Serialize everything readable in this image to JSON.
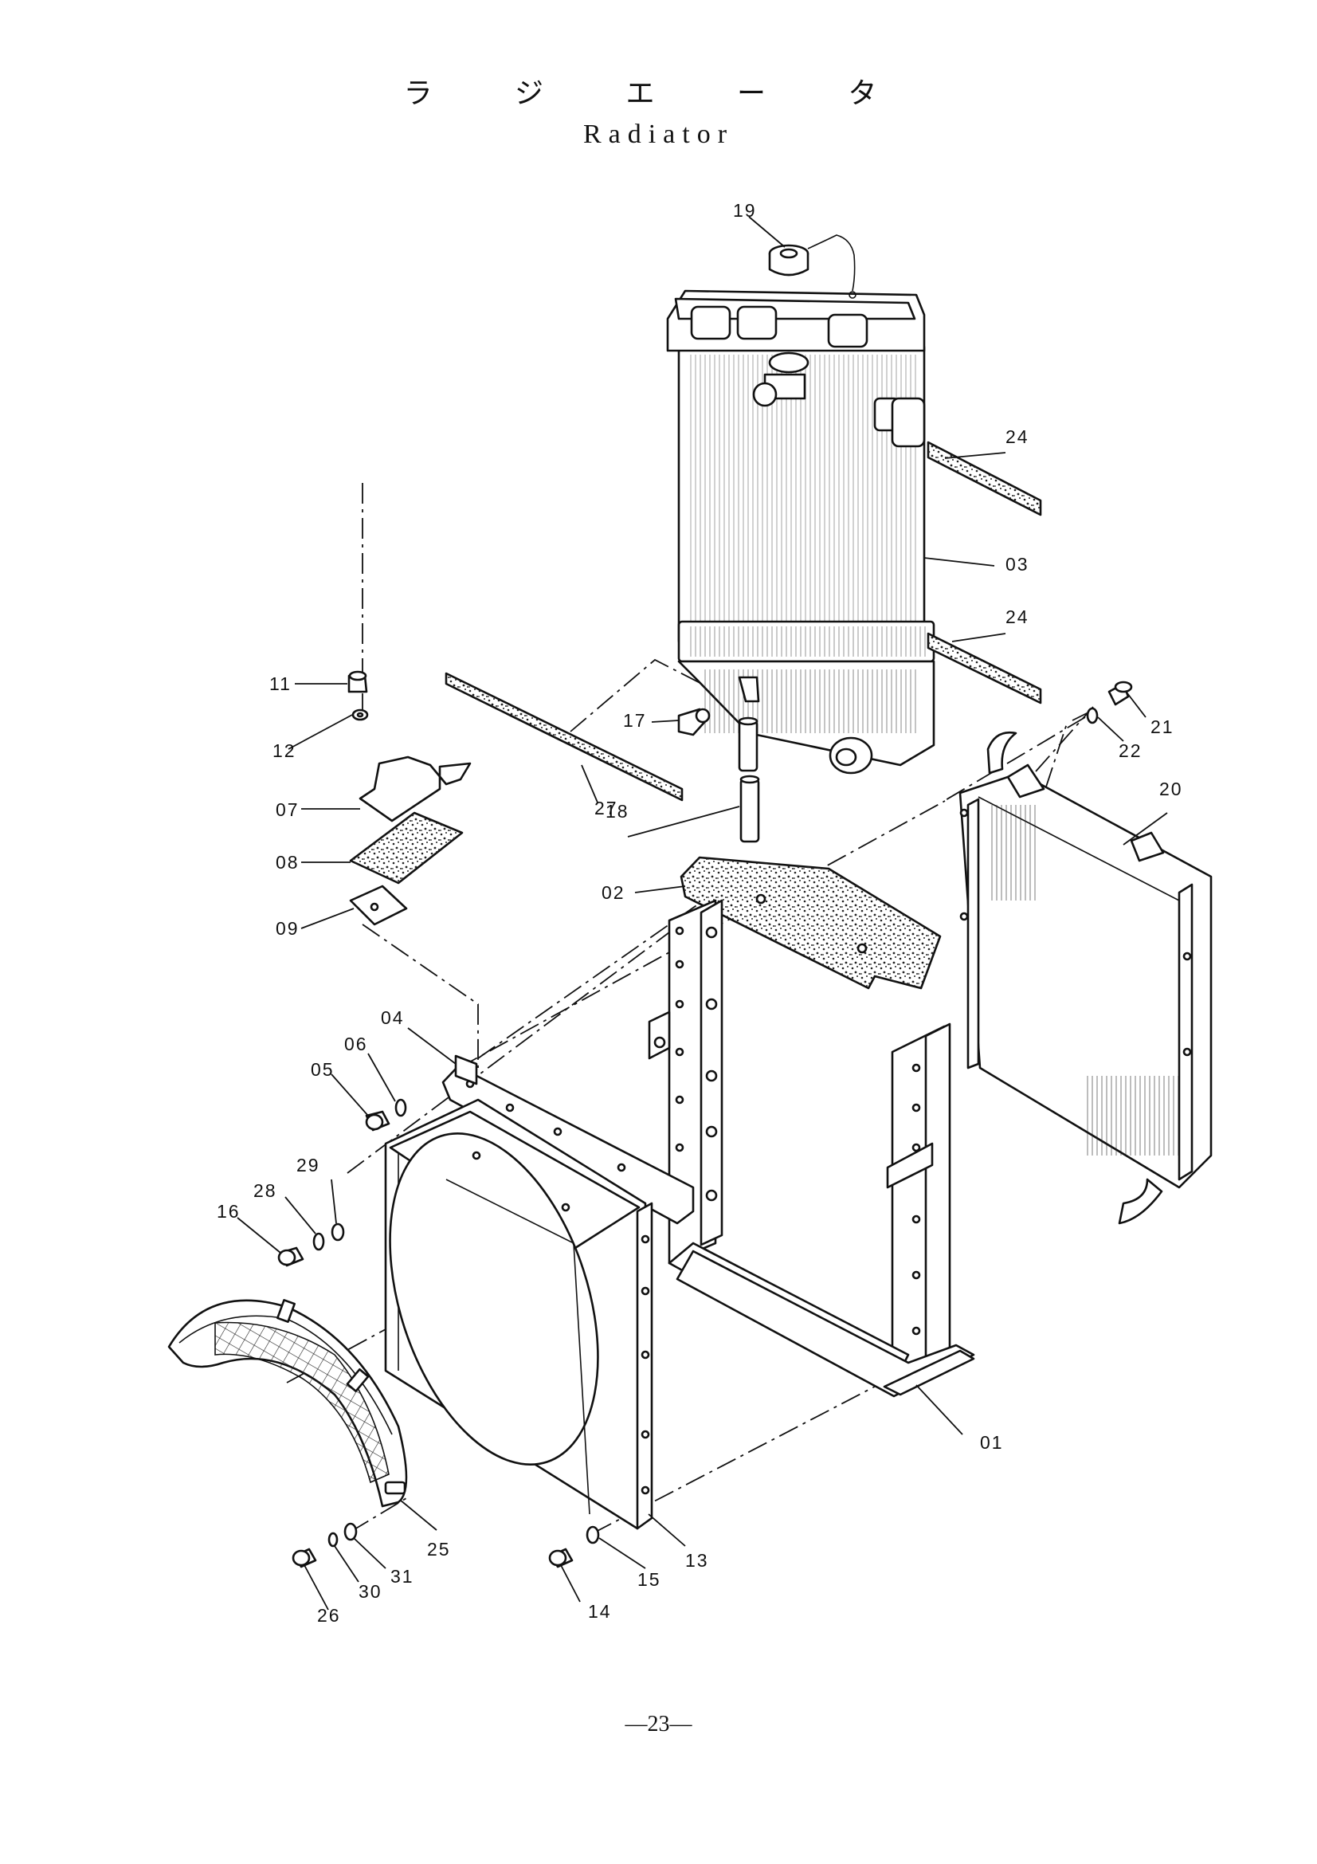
{
  "title": {
    "japanese": "ラ ジ エ ー タ",
    "english": "Radiator"
  },
  "page_number": "—23—",
  "callouts": [
    "01",
    "02",
    "03",
    "04",
    "05",
    "06",
    "07",
    "08",
    "09",
    "11",
    "12",
    "13",
    "14",
    "15",
    "16",
    "17",
    "18",
    "19",
    "20",
    "21",
    "22",
    "24",
    "24",
    "25",
    "26",
    "27",
    "28",
    "29",
    "30",
    "31"
  ]
}
